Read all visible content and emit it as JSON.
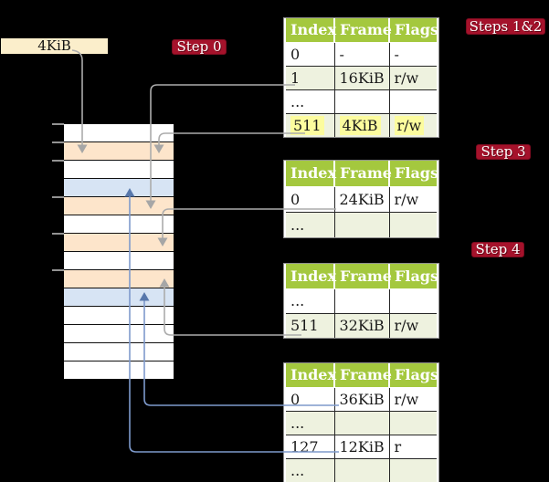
{
  "legend": {
    "label": "4KiB"
  },
  "badges": [
    {
      "id": "step-0",
      "label": "Step 0"
    },
    {
      "id": "steps-1-2",
      "label": "Steps 1&2"
    },
    {
      "id": "step-3",
      "label": "Step 3"
    },
    {
      "id": "step-4",
      "label": "Step 4"
    }
  ],
  "memory": {
    "frames": [
      {
        "fill": "white"
      },
      {
        "fill": "peach"
      },
      {
        "fill": "white"
      },
      {
        "fill": "blue"
      },
      {
        "fill": "peach"
      },
      {
        "fill": "white"
      },
      {
        "fill": "peach"
      },
      {
        "fill": "white"
      },
      {
        "fill": "peach"
      },
      {
        "fill": "blue"
      },
      {
        "fill": "white"
      },
      {
        "fill": "white"
      },
      {
        "fill": "white"
      },
      {
        "fill": "white"
      }
    ]
  },
  "tables": [
    {
      "id": "table-1",
      "columns": [
        "Index",
        "Frame",
        "Flags"
      ],
      "rows": [
        {
          "index": "0",
          "frame": "-",
          "flags": "-",
          "highlight": false
        },
        {
          "index": "1",
          "frame": "16KiB",
          "flags": "r/w",
          "highlight": false
        },
        {
          "index": "...",
          "frame": "",
          "flags": "",
          "highlight": false
        },
        {
          "index": "511",
          "frame": "4KiB",
          "flags": "r/w",
          "highlight": true
        }
      ]
    },
    {
      "id": "table-2",
      "columns": [
        "Index",
        "Frame",
        "Flags"
      ],
      "rows": [
        {
          "index": "0",
          "frame": "24KiB",
          "flags": "r/w",
          "highlight": false
        },
        {
          "index": "...",
          "frame": "",
          "flags": "",
          "highlight": false
        }
      ]
    },
    {
      "id": "table-3",
      "columns": [
        "Index",
        "Frame",
        "Flags"
      ],
      "rows": [
        {
          "index": "...",
          "frame": "",
          "flags": "",
          "highlight": false
        },
        {
          "index": "511",
          "frame": "32KiB",
          "flags": "r/w",
          "highlight": false
        }
      ]
    },
    {
      "id": "table-4",
      "columns": [
        "Index",
        "Frame",
        "Flags"
      ],
      "rows": [
        {
          "index": "0",
          "frame": "36KiB",
          "flags": "r/w",
          "highlight": false
        },
        {
          "index": "...",
          "frame": "",
          "flags": "",
          "highlight": false
        },
        {
          "index": "127",
          "frame": "12KiB",
          "flags": "r",
          "highlight": false
        },
        {
          "index": "...",
          "frame": "",
          "flags": "",
          "highlight": false
        }
      ]
    }
  ],
  "connectors": [
    {
      "id": "box-to-frame",
      "from": "legend-box",
      "to": "memory-frame-1",
      "color": "gray"
    },
    {
      "id": "t1-row1-to-frame",
      "from": "table-1.row.1",
      "to": "memory-frame-4",
      "color": "gray"
    },
    {
      "id": "t1-row511-to-frame",
      "from": "table-1.row.511",
      "to": "memory-frame-1",
      "color": "gray"
    },
    {
      "id": "t2-row0-to-frame",
      "from": "table-2.row.0",
      "to": "memory-frame-6",
      "color": "gray"
    },
    {
      "id": "t3-row511-to-frame",
      "from": "table-3.row.511",
      "to": "memory-frame-8",
      "color": "gray"
    },
    {
      "id": "t4-row0-to-frame",
      "from": "table-4.row.0",
      "to": "memory-frame-9",
      "color": "blue"
    },
    {
      "id": "t4-row127-to-frame",
      "from": "table-4.row.127",
      "to": "memory-frame-3",
      "color": "blue"
    }
  ],
  "colors": {
    "background_black": "#000000",
    "badge_red": "#A5122B",
    "table_header_green": "#A4C83E",
    "table_row_green": "#EEF2DF",
    "frame_table_peach": "#FDE5CB",
    "frame_page_blue": "#D7E4F4",
    "highlight_yellow": "#FCFC9E",
    "label_box_wheat": "#FBEECB",
    "connector_gray": "#ACACAC",
    "connector_blue": "#7E9ACC"
  }
}
